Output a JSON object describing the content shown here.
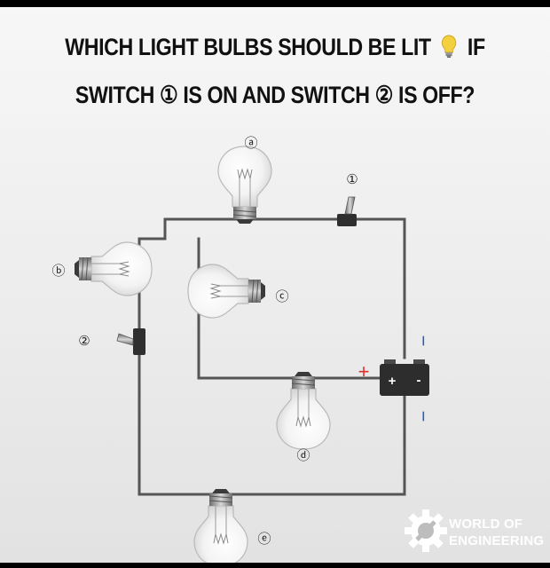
{
  "title": {
    "line1_before": "WHICH LIGHT BULBS SHOULD BE LIT",
    "line1_after": "IF",
    "line2": "SWITCH ① IS ON AND SWITCH ② IS OFF?"
  },
  "bulbs": [
    {
      "id": "a",
      "label": "ⓐ"
    },
    {
      "id": "b",
      "label": "ⓑ"
    },
    {
      "id": "c",
      "label": "ⓒ"
    },
    {
      "id": "d",
      "label": "ⓓ"
    },
    {
      "id": "e",
      "label": "ⓔ"
    }
  ],
  "switches": [
    {
      "id": "1",
      "label": "①"
    },
    {
      "id": "2",
      "label": "②"
    }
  ],
  "battery": {
    "plus": "+",
    "minus": "−",
    "terminal_plus": "+",
    "terminal_minus": "-",
    "side_minus_top": "−",
    "side_minus_bottom": "−"
  },
  "brand": {
    "line1": "WORLD OF",
    "line2": "ENGINEERING"
  },
  "colors": {
    "wire": "#555555",
    "battery_plus": "#e0312b",
    "battery_minus": "#1f5fbf",
    "battery_body": "#2d2d2d"
  }
}
